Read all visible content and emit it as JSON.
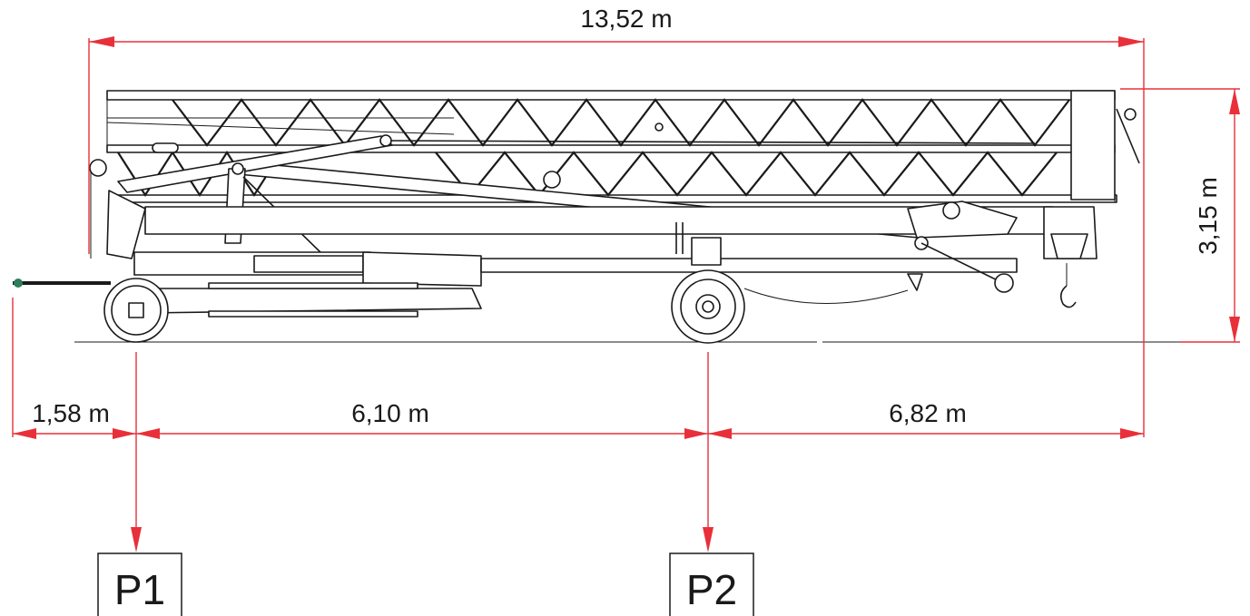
{
  "dimensions": {
    "overall_length": "13,52 m",
    "height": "3,15 m",
    "front_overhang": "1,58 m",
    "wheelbase": "6,10 m",
    "rear_overhang": "6,82 m"
  },
  "load_points": {
    "p1": "P1",
    "p2": "P2"
  },
  "colors": {
    "dimension_lines": "#e8303a",
    "drawing_lines": "#1a1a1a",
    "background": "#ffffff",
    "tow_coupling": "#2e7d5b"
  },
  "drawing": {
    "subject": "folded-crane-side-view"
  }
}
